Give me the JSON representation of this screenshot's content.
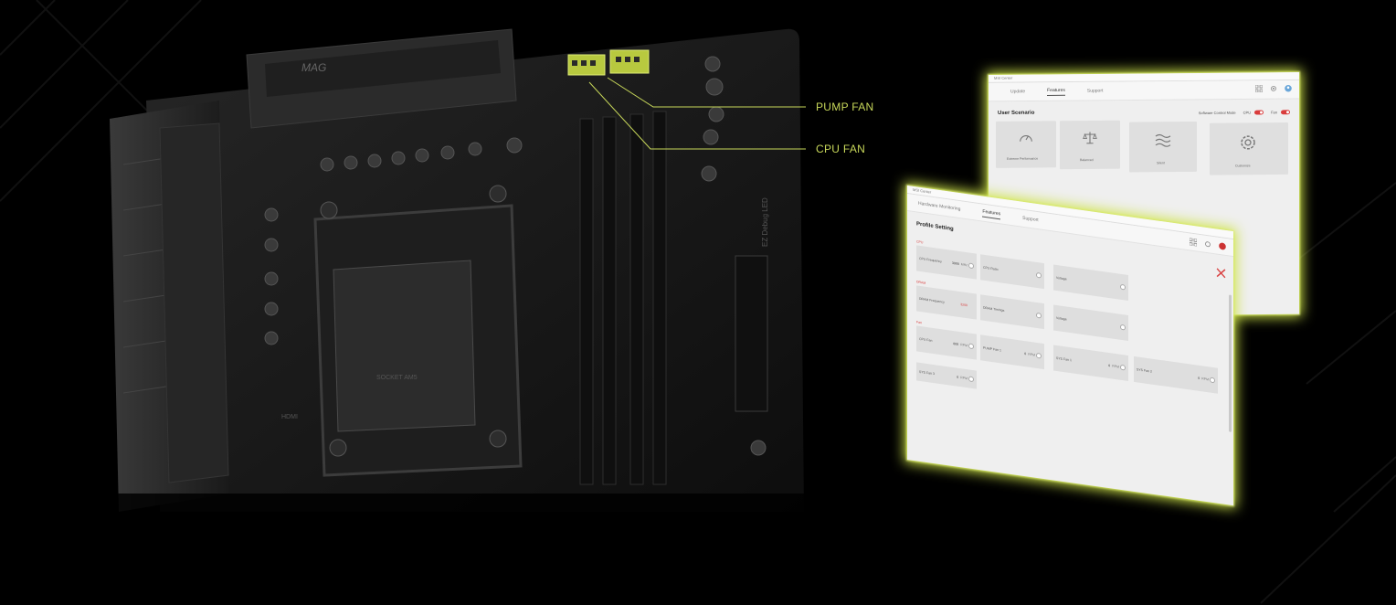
{
  "board": {
    "brand_mark": "MAG",
    "socket_text": "SOCKET AM5",
    "hdmi_text": "HDMI",
    "debug_led_text": "EZ Debug LED"
  },
  "callouts": [
    {
      "id": "pump",
      "label": "PUMP FAN"
    },
    {
      "id": "cpu",
      "label": "CPU FAN"
    }
  ],
  "back_window": {
    "title": "MSI Center",
    "tabs": [
      {
        "label": "Update",
        "active": false
      },
      {
        "label": "Features",
        "active": true
      },
      {
        "label": "Support",
        "active": false
      }
    ],
    "section_title": "User Scenario",
    "control_mode_label": "Software Control Mode",
    "toggles": [
      {
        "label": "CPU",
        "on": true
      },
      {
        "label": "Fan",
        "on": true
      }
    ],
    "scenarios": [
      {
        "label": "Extreme Performance",
        "icon": "speedometer-icon"
      },
      {
        "label": "Balanced",
        "icon": "balance-scale-icon"
      },
      {
        "label": "Silent",
        "icon": "wind-waves-icon"
      },
      {
        "label": "Customize",
        "icon": "gear-icon"
      }
    ]
  },
  "front_window": {
    "title": "MSI Center",
    "tabs": [
      {
        "label": "Hardware Monitoring",
        "active": false
      },
      {
        "label": "Features",
        "active": true
      },
      {
        "label": "Support",
        "active": false
      }
    ],
    "section_title": "Profile Setting",
    "categories": [
      {
        "label": "CPU"
      },
      {
        "label": "DRAM"
      },
      {
        "label": "Fan"
      }
    ],
    "rows": [
      [
        {
          "label": "CPU Frequency",
          "value": "3900",
          "unit": "MHz"
        },
        {
          "label": "CPU Ratio",
          "value": "",
          "unit": ""
        },
        {
          "label": "Voltage",
          "value": "",
          "unit": ""
        }
      ],
      [
        {
          "label": "DRAM Frequency",
          "value": "3200",
          "unit": ""
        },
        {
          "label": "DRAM Timings",
          "value": "",
          "unit": ""
        },
        {
          "label": "Voltage",
          "value": "",
          "unit": ""
        }
      ],
      [
        {
          "label": "CPU Fan",
          "value": "800",
          "unit": "RPM"
        },
        {
          "label": "PUMP Fan 1",
          "value": "0",
          "unit": "RPM"
        },
        {
          "label": "SYS Fan 1",
          "value": "0",
          "unit": "RPM"
        },
        {
          "label": "SYS Fan 2",
          "value": "0",
          "unit": "RPM"
        }
      ],
      [
        {
          "label": "SYS Fan 3",
          "value": "0",
          "unit": "RPM"
        }
      ]
    ]
  },
  "colors": {
    "highlight": "#c8d85a",
    "accent_red": "#d93c3c",
    "glow": "#cfe44a",
    "board_dark": "#141414"
  }
}
